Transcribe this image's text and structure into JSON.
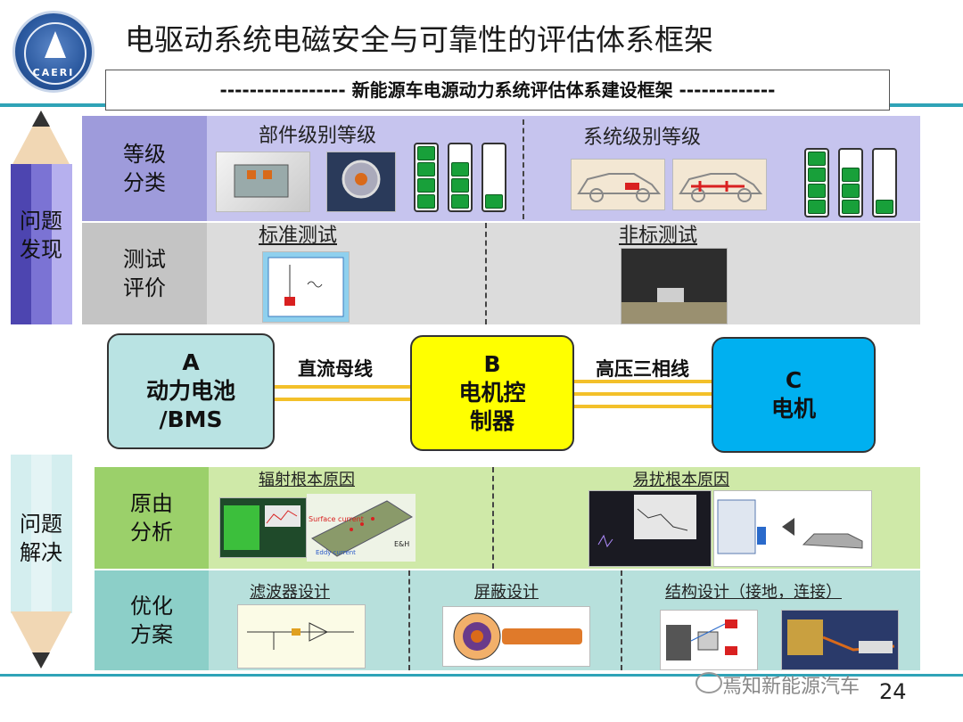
{
  "title": "电驱动系统电磁安全与可靠性的评估体系框架",
  "subtitle": "----------------- 新能源车电源动力系统评估体系建设框架 -------------",
  "logo_text": "CAERI",
  "pencils": {
    "top": "问题\n发现",
    "bottom": "问题\n解决"
  },
  "rows": {
    "grading": {
      "label": "等级\n分类",
      "component_title": "部件级别等级",
      "system_title": "系统级别等级"
    },
    "testing": {
      "label": "测试\n评价",
      "standard": "标准测试",
      "nonstandard": "非标测试"
    },
    "cause": {
      "label": "原由\n分析",
      "radiation": "辐射根本原因",
      "susceptibility": "易扰根本原因",
      "img_text": {
        "surface": "Surface current",
        "eddy": "Eddy current",
        "eh": "E&H"
      }
    },
    "optimize": {
      "label": "优化\n方案",
      "filter": "滤波器设计",
      "shield": "屏蔽设计",
      "structure": "结构设计（接地，连接）"
    }
  },
  "batteries": {
    "component": [
      4,
      3,
      1
    ],
    "system": [
      4,
      3,
      1
    ],
    "capacity": 4
  },
  "blocks": {
    "a": "A\n动力电池\n/BMS",
    "b": "B\n电机控\n制器",
    "c": "C\n电机"
  },
  "wires": {
    "dc": "直流母线",
    "hv": "高压三相线"
  },
  "watermark": "焉知新能源汽车",
  "page_number": "24",
  "colors": {
    "accent_line": "#2fa3b7",
    "grading_bg": "#c6c4ee",
    "grading_label_bg": "#9e9bdb",
    "testing_bg": "#dcdcdc",
    "testing_label_bg": "#c4c4c4",
    "cause_bg": "#cfe9a8",
    "cause_label_bg": "#9bd06a",
    "optimize_bg": "#b7e0dc",
    "optimize_label_bg": "#8ccfc8",
    "block_a": "#b9e3e3",
    "block_b": "#ffff00",
    "block_c": "#00b0f0",
    "wire": "#f3c02a",
    "battery_green": "#18a03a"
  }
}
